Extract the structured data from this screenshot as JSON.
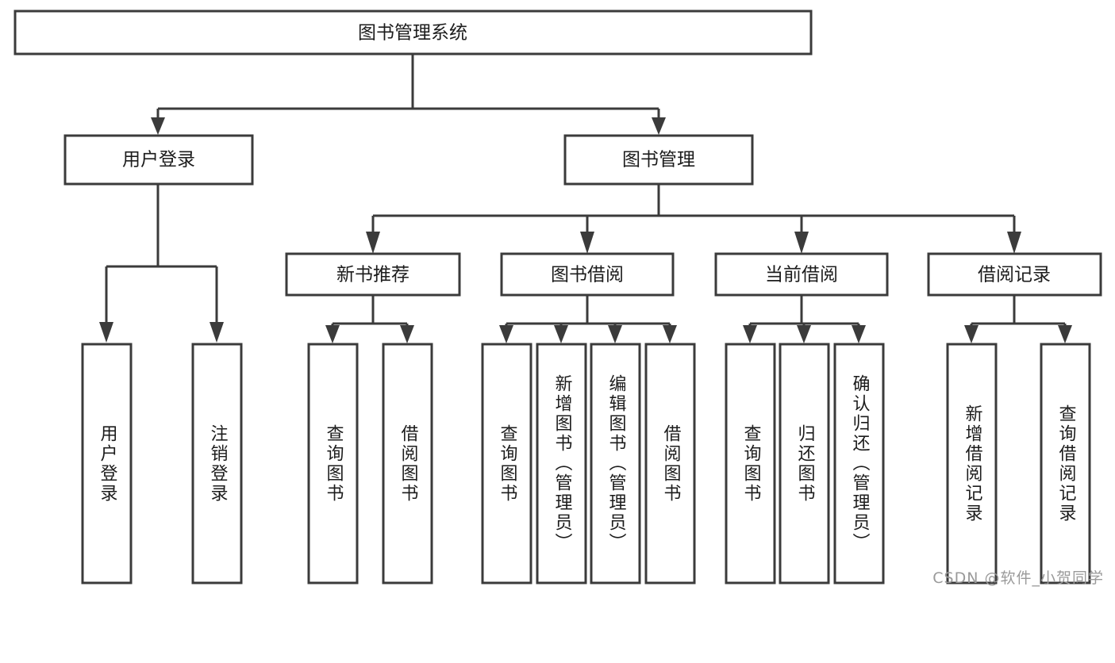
{
  "diagram": {
    "type": "tree-hierarchy",
    "title": "图书管理系统",
    "root": {
      "id": "root",
      "label": "图书管理系统",
      "orientation": "horizontal"
    },
    "level2": [
      {
        "id": "user-login",
        "label": "用户登录",
        "orientation": "horizontal"
      },
      {
        "id": "book-manage",
        "label": "图书管理",
        "orientation": "horizontal"
      }
    ],
    "level3": [
      {
        "id": "new-book-rec",
        "label": "新书推荐",
        "orientation": "horizontal",
        "parent": "book-manage"
      },
      {
        "id": "book-borrow",
        "label": "图书借阅",
        "orientation": "horizontal",
        "parent": "book-manage"
      },
      {
        "id": "current-borrow",
        "label": "当前借阅",
        "orientation": "horizontal",
        "parent": "book-manage"
      },
      {
        "id": "borrow-record",
        "label": "借阅记录",
        "orientation": "horizontal",
        "parent": "book-manage"
      }
    ],
    "leaves": [
      {
        "id": "leaf-user-login",
        "label": "用户登录",
        "orientation": "vertical",
        "parent": "user-login"
      },
      {
        "id": "leaf-user-logout",
        "label": "注销登录",
        "orientation": "vertical",
        "parent": "user-login"
      },
      {
        "id": "leaf-query-book-1",
        "label": "查询图书",
        "orientation": "vertical",
        "parent": "new-book-rec"
      },
      {
        "id": "leaf-borrow-book-1",
        "label": "借阅图书",
        "orientation": "vertical",
        "parent": "new-book-rec"
      },
      {
        "id": "leaf-query-book-2",
        "label": "查询图书",
        "orientation": "vertical",
        "parent": "book-borrow"
      },
      {
        "id": "leaf-add-book",
        "label": "新增图书（管理员）",
        "orientation": "vertical",
        "parent": "book-borrow"
      },
      {
        "id": "leaf-edit-book",
        "label": "编辑图书（管理员）",
        "orientation": "vertical",
        "parent": "book-borrow"
      },
      {
        "id": "leaf-borrow-book-2",
        "label": "借阅图书",
        "orientation": "vertical",
        "parent": "book-borrow"
      },
      {
        "id": "leaf-query-book-3",
        "label": "查询图书",
        "orientation": "vertical",
        "parent": "current-borrow"
      },
      {
        "id": "leaf-return-book",
        "label": "归还图书",
        "orientation": "vertical",
        "parent": "current-borrow"
      },
      {
        "id": "leaf-confirm-return",
        "label": "确认归还（管理员）",
        "orientation": "vertical",
        "parent": "current-borrow"
      },
      {
        "id": "leaf-add-record",
        "label": "新增借阅记录",
        "orientation": "vertical",
        "parent": "borrow-record"
      },
      {
        "id": "leaf-query-record",
        "label": "查询借阅记录",
        "orientation": "vertical",
        "parent": "borrow-record"
      }
    ]
  },
  "watermark": {
    "text": "CSDN @软件_小贺同学"
  },
  "colors": {
    "box_stroke": "#3b3b3b",
    "box_fill": "#ffffff",
    "text": "#1c1c1c",
    "watermark": "#9a9a9a",
    "background": "#ffffff"
  }
}
